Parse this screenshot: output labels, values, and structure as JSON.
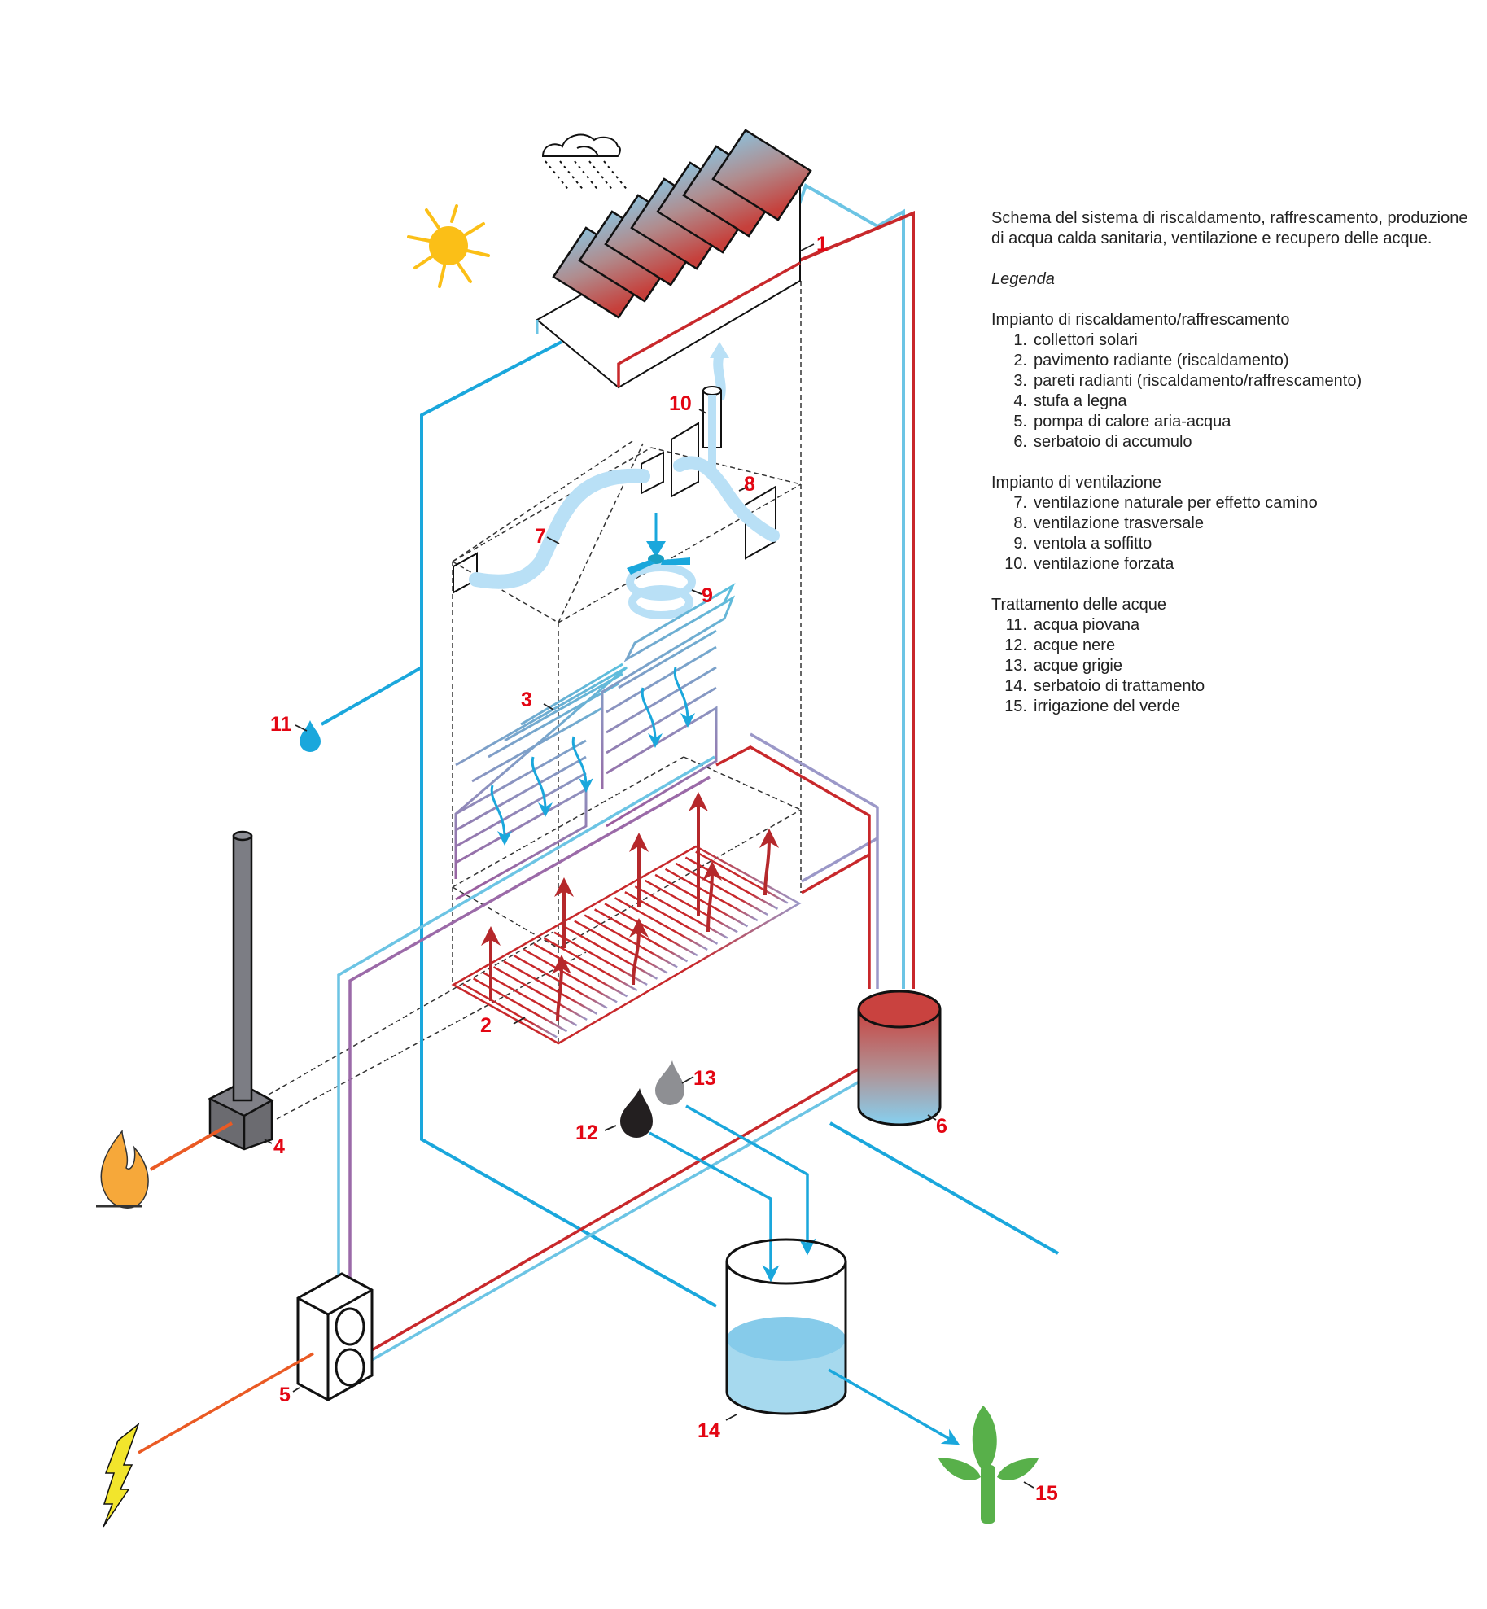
{
  "description": "Schema del sistema di riscaldamento, raffrescamento, produzione di acqua calda sanitaria, ventilazione e recupero delle acque.",
  "legend_title": "Legenda",
  "groups": [
    {
      "title": "Impianto di riscaldamento/raffrescamento",
      "items": [
        {
          "num": "1.",
          "label": "collettori solari"
        },
        {
          "num": "2.",
          "label": "pavimento radiante (riscaldamento)"
        },
        {
          "num": "3.",
          "label": "pareti radianti (riscaldamento/raffrescamento)"
        },
        {
          "num": "4.",
          "label": "stufa a legna"
        },
        {
          "num": "5.",
          "label": "pompa di calore aria-acqua"
        },
        {
          "num": "6.",
          "label": "serbatoio di accumulo"
        }
      ]
    },
    {
      "title": "Impianto di ventilazione",
      "items": [
        {
          "num": "7.",
          "label": "ventilazione naturale per effetto camino"
        },
        {
          "num": "8.",
          "label": "ventilazione trasversale"
        },
        {
          "num": "9.",
          "label": "ventola a soffitto"
        },
        {
          "num": "10.",
          "label": "ventilazione forzata"
        }
      ]
    },
    {
      "title": "Trattamento delle acque",
      "items": [
        {
          "num": "11.",
          "label": "acqua piovana"
        },
        {
          "num": "12.",
          "label": "acque nere"
        },
        {
          "num": "13.",
          "label": "acque grigie"
        },
        {
          "num": "14.",
          "label": "serbatoio di trattamento"
        },
        {
          "num": "15.",
          "label": "irrigazione del verde"
        }
      ]
    }
  ],
  "callouts": {
    "c1": "1",
    "c2": "2",
    "c3": "3",
    "c4": "4",
    "c5": "5",
    "c6": "6",
    "c7": "7",
    "c8": "8",
    "c9": "9",
    "c10": "10",
    "c11": "11",
    "c12": "12",
    "c13": "13",
    "c14": "14",
    "c15": "15"
  },
  "colors": {
    "callout_red": "#e30613",
    "hot_pipe": "#c8282b",
    "cold_pipe": "#1aa7dc",
    "light_blue_pipe": "#5bc0de",
    "purple_pipe": "#9b6aa8",
    "lavender_pipe": "#9b98c8",
    "sun": "#fbbf17",
    "plant": "#58b04a",
    "bolt": "#f2e52c",
    "flame": "#f6a83a",
    "power_line": "#ea5a24"
  }
}
